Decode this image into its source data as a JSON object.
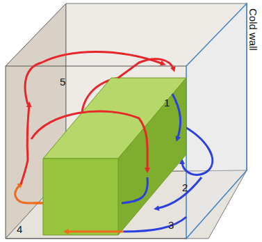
{
  "diagram": {
    "labels": [
      "Cold wall",
      "1",
      "2",
      "3",
      "4",
      "5"
    ]
  }
}
